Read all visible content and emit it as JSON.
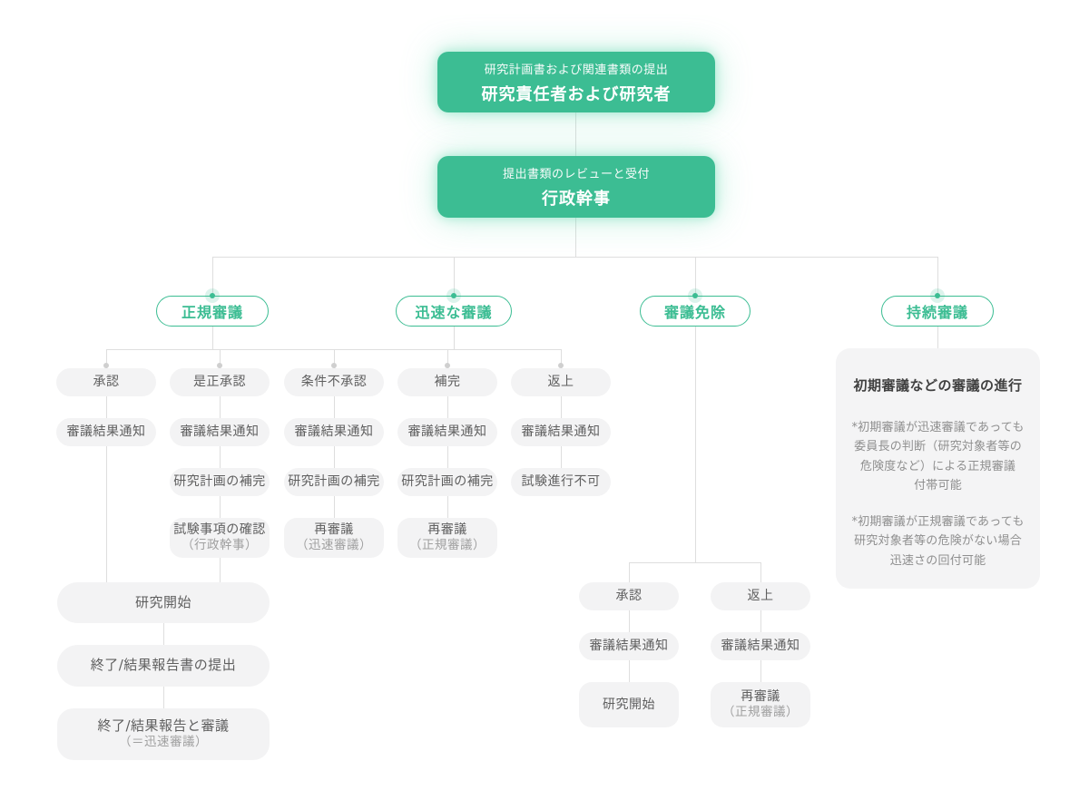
{
  "colors": {
    "accent": "#3cbd93",
    "line": "#dedede",
    "pill_bg": "#f3f3f4"
  },
  "nodes": {
    "start": {
      "subtitle": "研究計画書および関連書類の提出",
      "title": "研究責任者および研究者"
    },
    "secretariat": {
      "subtitle": "提出書類のレビューと受付",
      "title": "行政幹事"
    }
  },
  "branches": {
    "regular": {
      "label": "正規審議"
    },
    "expedited": {
      "label": "迅速な審議"
    },
    "exempt": {
      "label": "審議免除"
    },
    "continuing": {
      "label": "持続審議"
    }
  },
  "outcome_columns": [
    {
      "label": "承認",
      "steps": [
        "審議結果通知"
      ]
    },
    {
      "label": "是正承認",
      "steps": [
        "審議結果通知",
        "研究計画の補完"
      ],
      "final": {
        "line1": "試験事項の確認",
        "line2": "（行政幹事）"
      }
    },
    {
      "label": "条件不承認",
      "steps": [
        "審議結果通知",
        "研究計画の補完"
      ],
      "final": {
        "line1": "再審議",
        "line2": "（迅速審議）"
      }
    },
    {
      "label": "補完",
      "steps": [
        "審議結果通知",
        "研究計画の補完"
      ],
      "final": {
        "line1": "再審議",
        "line2": "（正規審議）"
      }
    },
    {
      "label": "返上",
      "steps": [
        "審議結果通知",
        "試験進行不可"
      ]
    }
  ],
  "study_flow": {
    "start": "研究開始",
    "report": "終了/結果報告書の提出",
    "final": {
      "line1": "終了/結果報告と審議",
      "line2": "（＝迅速審議）"
    }
  },
  "exempt_columns": [
    {
      "label": "承認",
      "steps": [
        "審議結果通知"
      ],
      "final": {
        "line1": "研究開始"
      }
    },
    {
      "label": "返上",
      "steps": [
        "審議結果通知"
      ],
      "final": {
        "line1": "再審議",
        "line2": "（正規審議）"
      }
    }
  ],
  "note_panel": {
    "title": "初期審議などの審議の進行",
    "paragraphs": [
      {
        "lines": [
          "*初期審議が迅速審議であっても",
          "委員長の判断（研究対象者等の",
          "危険度など）による正規審議",
          "付帯可能"
        ]
      },
      {
        "lines": [
          "*初期審議が正規審議であっても",
          "研究対象者等の危険がない場合",
          "迅速さの回付可能"
        ]
      }
    ]
  }
}
